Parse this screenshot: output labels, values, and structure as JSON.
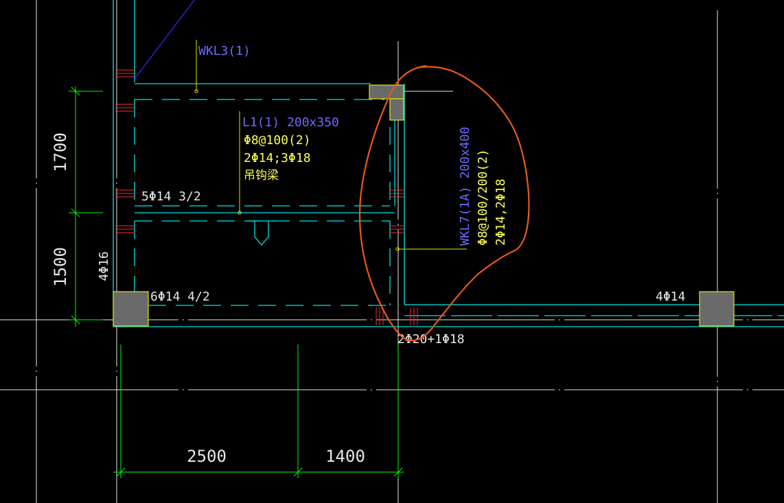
{
  "labels": {
    "wkl3": "WKL3(1)",
    "l1_size": "L1(1) 200x350",
    "l1_stirrup": "Φ8@100(2)",
    "l1_bars": "2Φ14;3Φ18",
    "l1_note": "吊钩梁",
    "wkl7_size": "WKL7(1A) 200x400",
    "wkl7_stirrup": "Φ8@100/200(2)",
    "wkl7_bars": "2Φ14,2Φ18",
    "bot_5": "5Φ14 3/2",
    "bot_6": "6Φ14 4/2",
    "col_4phi16": "4Φ16",
    "right_4phi14": "4Φ14",
    "bottom_bars": "2Φ20+1Φ18"
  },
  "dimensions": {
    "d1700": "1700",
    "d1500": "1500",
    "d2500": "2500",
    "d1400": "1400"
  },
  "colors": {
    "background": "#000000",
    "beam": "#00e5e5",
    "grid": "#e8e8e8",
    "dimension": "#00ff00",
    "label_blue": "#6b6bff",
    "label_yellow": "#ffff55",
    "annotation": "#e85a1a",
    "column_fill": "#6a6a6a",
    "column_edge": "#e5e500",
    "rebar_red": "#ff2a2a"
  }
}
